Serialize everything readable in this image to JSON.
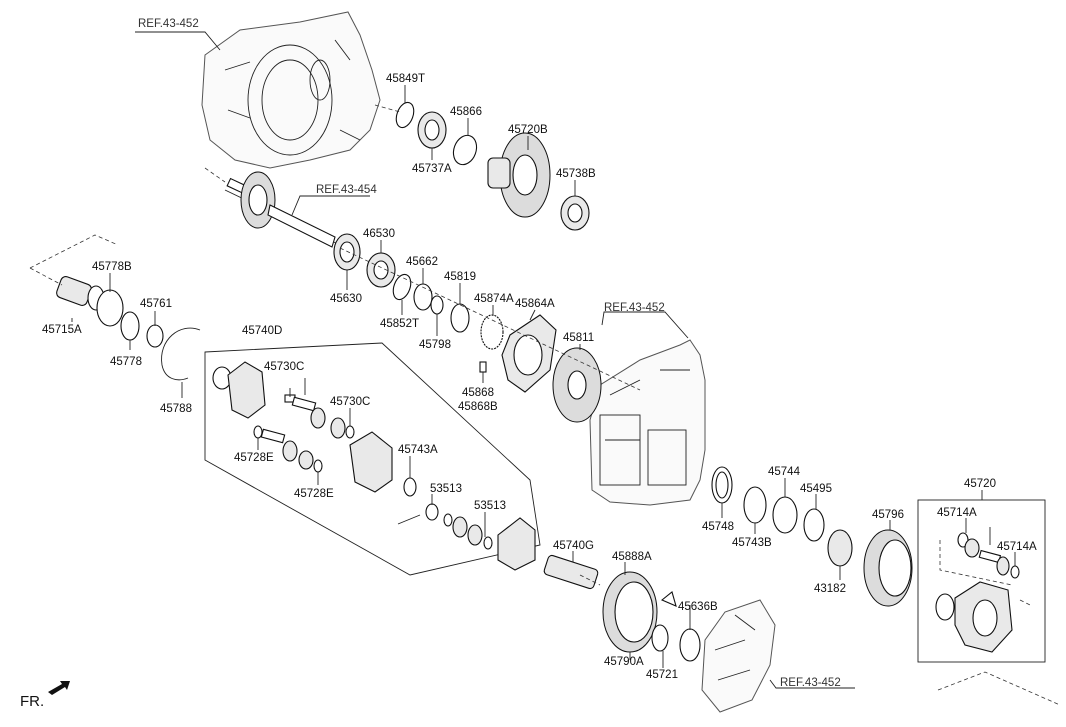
{
  "diagram": {
    "refs": {
      "ref_top": "REF.43-452",
      "ref_shaft": "REF.43-454",
      "ref_right": "REF.43-452",
      "ref_bottom": "REF.43-452"
    },
    "front_label": "FR.",
    "parts": {
      "p45849T": "45849T",
      "p45866": "45866",
      "p45720B": "45720B",
      "p45737A": "45737A",
      "p45738B": "45738B",
      "p46530": "46530",
      "p45662": "45662",
      "p45819": "45819",
      "p45630": "45630",
      "p45852T": "45852T",
      "p45874A": "45874A",
      "p45864A": "45864A",
      "p45798": "45798",
      "p45811": "45811",
      "p45868": "45868",
      "p45868B": "45868B",
      "p45778B": "45778B",
      "p45761": "45761",
      "p45715A": "45715A",
      "p45778": "45778",
      "p45788": "45788",
      "p45740D": "45740D",
      "p45730C_1": "45730C",
      "p45730C_2": "45730C",
      "p45728E_1": "45728E",
      "p45728E_2": "45728E",
      "p45743A": "45743A",
      "p53513_1": "53513",
      "p53513_2": "53513",
      "p45740G": "45740G",
      "p45888A": "45888A",
      "p45636B": "45636B",
      "p45790A": "45790A",
      "p45721": "45721",
      "p45748": "45748",
      "p45744": "45744",
      "p45743B": "45743B",
      "p45495": "45495",
      "p43182": "43182",
      "p45796": "45796",
      "p45720": "45720",
      "p45714A_1": "45714A",
      "p45714A_2": "45714A"
    }
  }
}
